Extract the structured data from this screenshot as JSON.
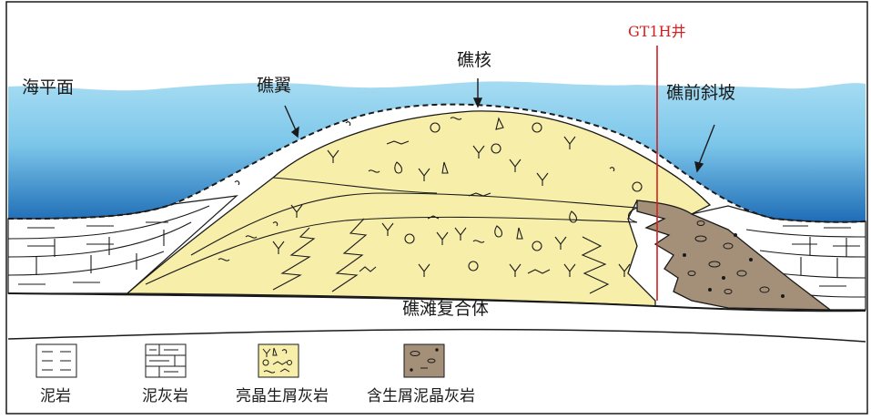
{
  "labels": {
    "sea_level": "海平面",
    "reef_wing": "礁翼",
    "reef_core": "礁核",
    "fore_reef_slope": "礁前斜坡",
    "well": "GT1H井",
    "reef_shoal_complex": "礁滩复合体"
  },
  "legend": {
    "items": [
      {
        "label": "泥岩",
        "pattern": "mudstone"
      },
      {
        "label": "泥灰岩",
        "pattern": "marl"
      },
      {
        "label": "亮晶生屑灰岩",
        "pattern": "sparry-bioclastic-limestone"
      },
      {
        "label": "含生屑泥晶灰岩",
        "pattern": "bioclastic-micritic-limestone"
      }
    ]
  },
  "colors": {
    "sea_top": "#8fd3ee",
    "sea_bottom": "#1f6fb8",
    "reef_fill": "#f7eeaa",
    "slope_fill": "#a48f78",
    "well_line": "#d42020",
    "outline": "#1a1a1a"
  }
}
